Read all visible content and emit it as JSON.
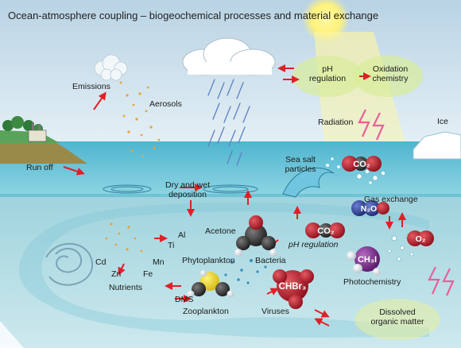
{
  "title": "Ocean-atmosphere coupling – biogeochemical processes and material exchange",
  "labels": {
    "emissions": "Emissions",
    "aerosols": "Aerosols",
    "ph_regulation_top_line1": "pH",
    "ph_regulation_top_line2": "regulation",
    "oxidation_line1": "Oxidation",
    "oxidation_line2": "chemistry",
    "radiation": "Radiation",
    "ice": "Ice",
    "run_off": "Run off",
    "sea_salt_line1": "Sea salt",
    "sea_salt_line2": "particles",
    "dry_wet_line1": "Dry and wet",
    "dry_wet_line2": "deposition",
    "gas_exchange": "Gas exchange",
    "acetone": "Acetone",
    "al": "Al",
    "ti": "Ti",
    "cd": "Cd",
    "mn": "Mn",
    "zn": "Zn",
    "fe": "Fe",
    "nutrients": "Nutrients",
    "phytoplankton": "Phytoplankton",
    "bacteria": "Bacteria",
    "ph_regulation_low": "pH regulation",
    "photochemistry": "Photochemistry",
    "dms": "DMS",
    "zooplankton": "Zooplankton",
    "viruses": "Viruses",
    "dissolved_line1": "Dissolved",
    "dissolved_line2": "organic matter"
  },
  "molecules": {
    "co2_surface": "CO₂",
    "co2_water": "CO₂",
    "n2o": "N₂O",
    "o2": "O₂",
    "ch3i": "CH₃I",
    "chbr3": "CHBr₃"
  },
  "colors": {
    "sky_top": "#cfe3ef",
    "sea_surface": "#63c3d8",
    "deep_water": "#a8d6e0",
    "sun": "#fff27a",
    "arrow_red": "#e41e26",
    "radiation_pink": "#ea5f9a",
    "co2_red": "#b71c2c",
    "n2o_blue": "#2e3f9a",
    "ch3i_purple": "#7a2c8c",
    "dms_yellow": "#f3e01d"
  }
}
